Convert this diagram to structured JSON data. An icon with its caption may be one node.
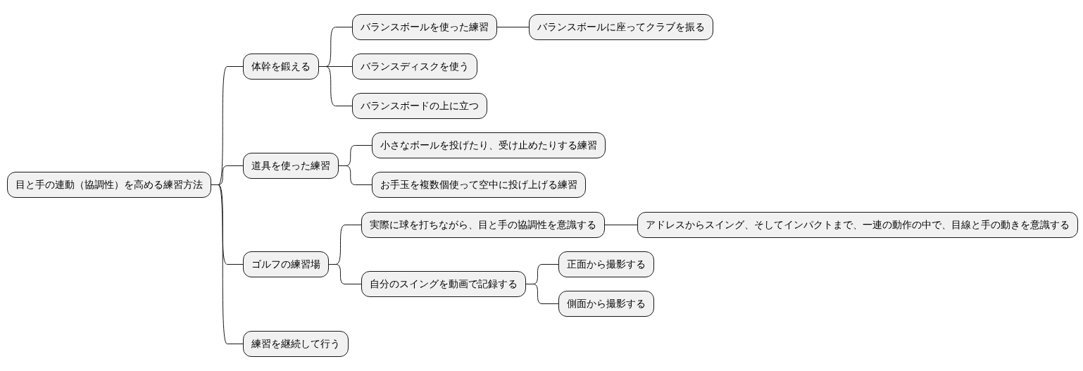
{
  "diagram": {
    "nodes": [
      {
        "text": [
          "目と手の連動（協調性）を高める練習方法"
        ]
      },
      {
        "text": [
          "体幹を鍛える"
        ]
      },
      {
        "text": [
          "バランスボールを使った練習"
        ]
      },
      {
        "text": [
          "バランスボールに座ってクラブを振る"
        ]
      },
      {
        "text": [
          "バランスディスクを使う"
        ]
      },
      {
        "text": [
          "バランスボードの上に立つ"
        ]
      },
      {
        "text": [
          "道具を使った練習"
        ]
      },
      {
        "text": [
          "小さなボールを投げたり、受け止めたりする練習"
        ]
      },
      {
        "text": [
          "お手玉を複数個使って空中に投げ上げる練習"
        ]
      },
      {
        "text": [
          "ゴルフの練習場"
        ]
      },
      {
        "text": [
          "実際に球を打ちながら、目と手の協調性を意識する"
        ]
      },
      {
        "text": [
          "アドレスからスイング、そしてインパクトまで、一連の動作の中で、目線と手の動きを意識する"
        ]
      },
      {
        "text": [
          "自分のスイングを動画で記録する"
        ]
      },
      {
        "text": [
          "正面から撮影する"
        ]
      },
      {
        "text": [
          "側面から撮影する"
        ]
      },
      {
        "text": [
          "練習を継続して行う"
        ]
      }
    ],
    "edges": [
      {
        "from": 0,
        "to": 1,
        "arrow": "none"
      },
      {
        "from": 1,
        "to": 2,
        "arrow": "none"
      },
      {
        "from": 2,
        "to": 3,
        "arrow": "none"
      },
      {
        "from": 1,
        "to": 4,
        "arrow": "none"
      },
      {
        "from": 1,
        "to": 5,
        "arrow": "none"
      },
      {
        "from": 0,
        "to": 6,
        "arrow": "none"
      },
      {
        "from": 6,
        "to": 7,
        "arrow": "none"
      },
      {
        "from": 6,
        "to": 8,
        "arrow": "none"
      },
      {
        "from": 0,
        "to": 9,
        "arrow": "none"
      },
      {
        "from": 9,
        "to": 10,
        "arrow": "none"
      },
      {
        "from": 10,
        "to": 11,
        "arrow": "none"
      },
      {
        "from": 9,
        "to": 12,
        "arrow": "none"
      },
      {
        "from": 12,
        "to": 13,
        "arrow": "none"
      },
      {
        "from": 12,
        "to": 14,
        "arrow": "none"
      },
      {
        "from": 0,
        "to": 15,
        "arrow": "none"
      }
    ]
  }
}
